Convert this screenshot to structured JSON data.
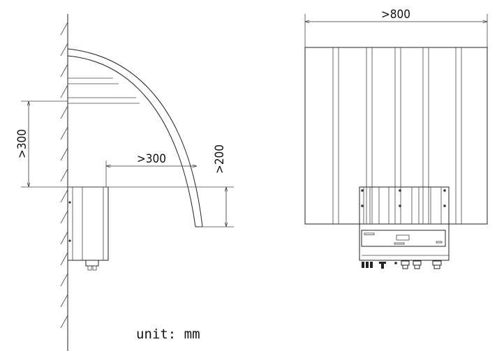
{
  "side_view": {
    "clearance_above_label": ">300",
    "clearance_front_label": ">300",
    "clearance_canopy_label": ">200"
  },
  "front_view": {
    "clearance_width_label": ">800"
  },
  "unit_label": "unit: mm"
}
